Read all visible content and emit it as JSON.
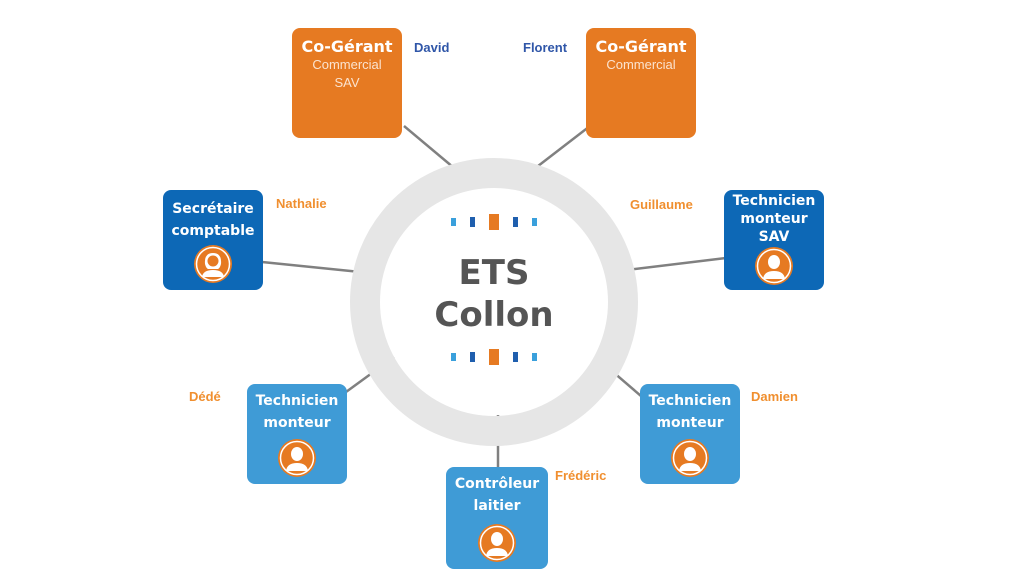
{
  "center": {
    "line1": "ETS",
    "line2": "Collon"
  },
  "colors": {
    "orange": "#e67a22",
    "dark_blue": "#0d68b6",
    "light_blue": "#3f9bd6",
    "ring": "#e6e6e6",
    "connector": "#808080"
  },
  "roles": [
    {
      "id": "david",
      "title": "Co-Gérant",
      "subtitle": "Commercial\nSAV",
      "person": "David",
      "color": "orange",
      "icon": null
    },
    {
      "id": "florent",
      "title": "Co-Gérant",
      "subtitle": "Commercial",
      "person": "Florent",
      "color": "orange",
      "icon": null
    },
    {
      "id": "nathalie",
      "title": "Secrétaire\ncomptable",
      "subtitle": "",
      "person": "Nathalie",
      "color": "dark_blue",
      "icon": "woman-avatar-icon"
    },
    {
      "id": "guillaume",
      "title": "Technicien\nmonteur\nSAV",
      "subtitle": "",
      "person": "Guillaume",
      "color": "dark_blue",
      "icon": "man-avatar-icon"
    },
    {
      "id": "dede",
      "title": "Technicien\nmonteur",
      "subtitle": "",
      "person": "Dédé",
      "color": "light_blue",
      "icon": "man-avatar-icon"
    },
    {
      "id": "damien",
      "title": "Technicien\nmonteur",
      "subtitle": "",
      "person": "Damien",
      "color": "light_blue",
      "icon": "man-avatar-icon"
    },
    {
      "id": "frederic",
      "title": "Contrôleur\nlaitier",
      "subtitle": "",
      "person": "Frédéric",
      "color": "light_blue",
      "icon": "man-avatar-icon"
    }
  ]
}
